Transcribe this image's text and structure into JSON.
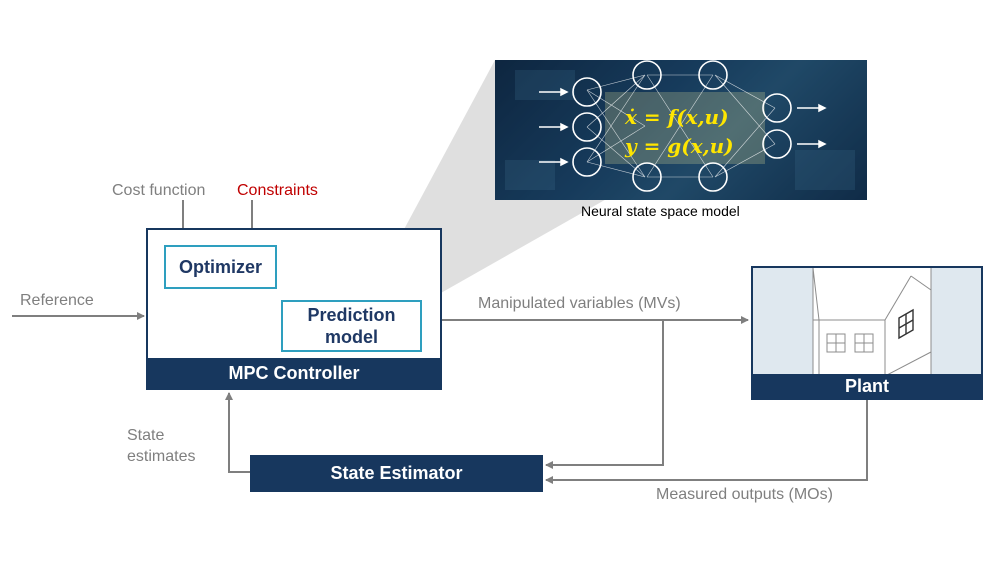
{
  "inputs": {
    "cost_function": "Cost function",
    "constraints": "Constraints",
    "reference": "Reference"
  },
  "mpc": {
    "optimizer": "Optimizer",
    "prediction_model_line1": "Prediction",
    "prediction_model_line2": "model",
    "title": "MPC Controller"
  },
  "signals": {
    "manipulated_variables": "Manipulated variables (MVs)",
    "measured_outputs": "Measured outputs (MOs)",
    "state_estimates_line1": "State",
    "state_estimates_line2": "estimates"
  },
  "plant": {
    "title": "Plant"
  },
  "estimator": {
    "title": "State Estimator"
  },
  "neural_model": {
    "caption": "Neural state space model",
    "equation1": "ẋ = f(x,u)",
    "equation2": "y = g(x,u)"
  },
  "colors": {
    "navy": "#17375e",
    "teal": "#2e9fbf",
    "gray_arrow": "#7f7f7f",
    "red_text": "#c00000",
    "equation_yellow": "#ffe600"
  }
}
